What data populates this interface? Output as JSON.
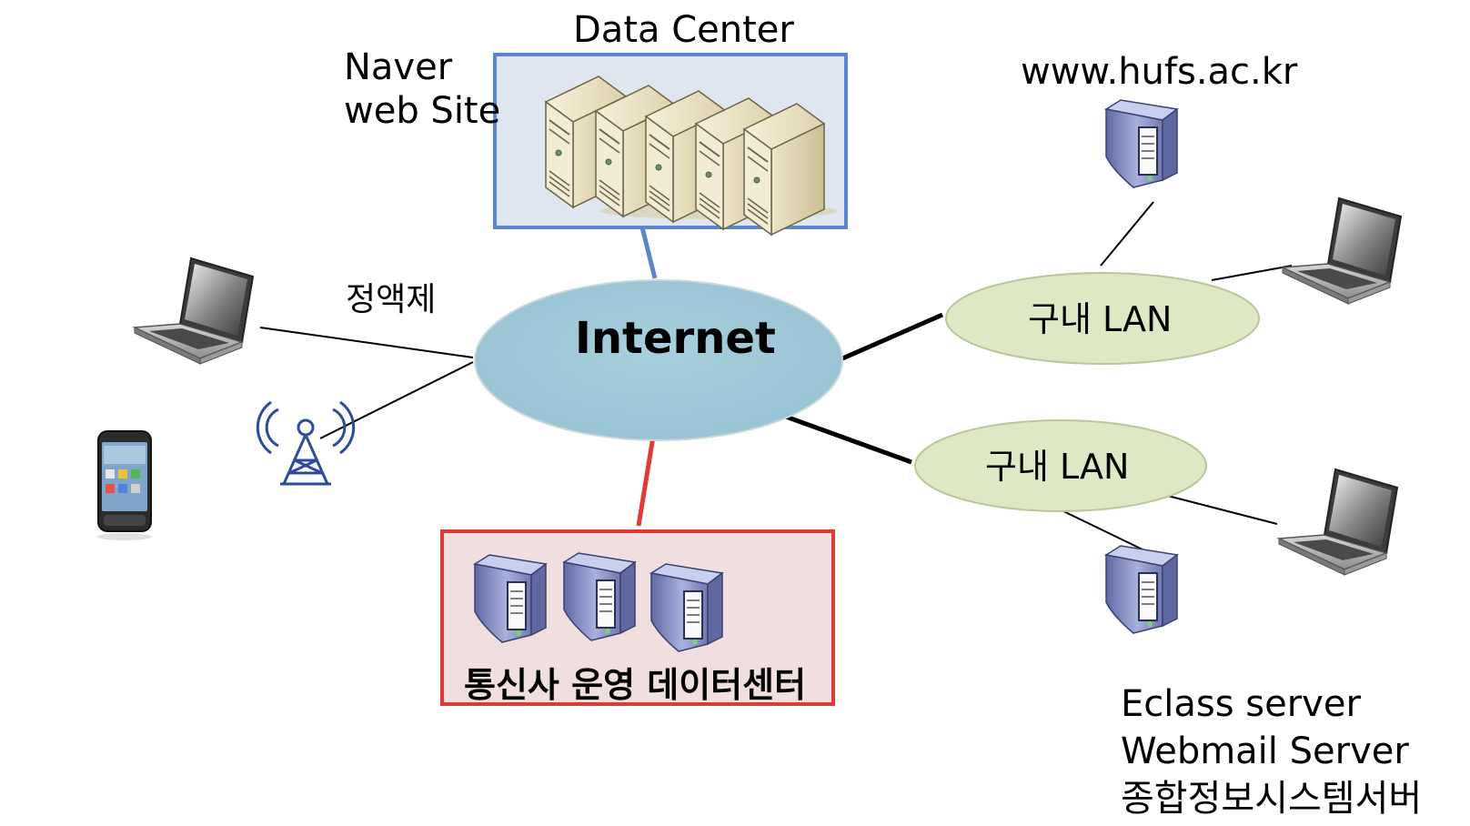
{
  "labels": {
    "naver": [
      "Naver",
      "web Site"
    ],
    "data_center": "Data Center",
    "hufs": "www.hufs.ac.kr",
    "plan": "정액제",
    "internet": "Internet",
    "lan_top": "구내 LAN",
    "lan_bottom": "구내 LAN",
    "telco_dc": "통신사 운영 데이터센터",
    "servers": [
      "Eclass server",
      "Webmail Server",
      "종합정보시스템서버"
    ]
  },
  "colors": {
    "internet_fill": "#9fc9d8",
    "lan_fill": "#dfe8c4",
    "datacenter_border": "#5b86c9",
    "datacenter_fill": "#dfe6ef",
    "telco_border": "#e03a36",
    "telco_fill": "#f1dfe0"
  },
  "icons": [
    "laptop-icon",
    "cell-tower-icon",
    "smartphone-icon",
    "server-tower-icon",
    "rack-server-icon"
  ]
}
